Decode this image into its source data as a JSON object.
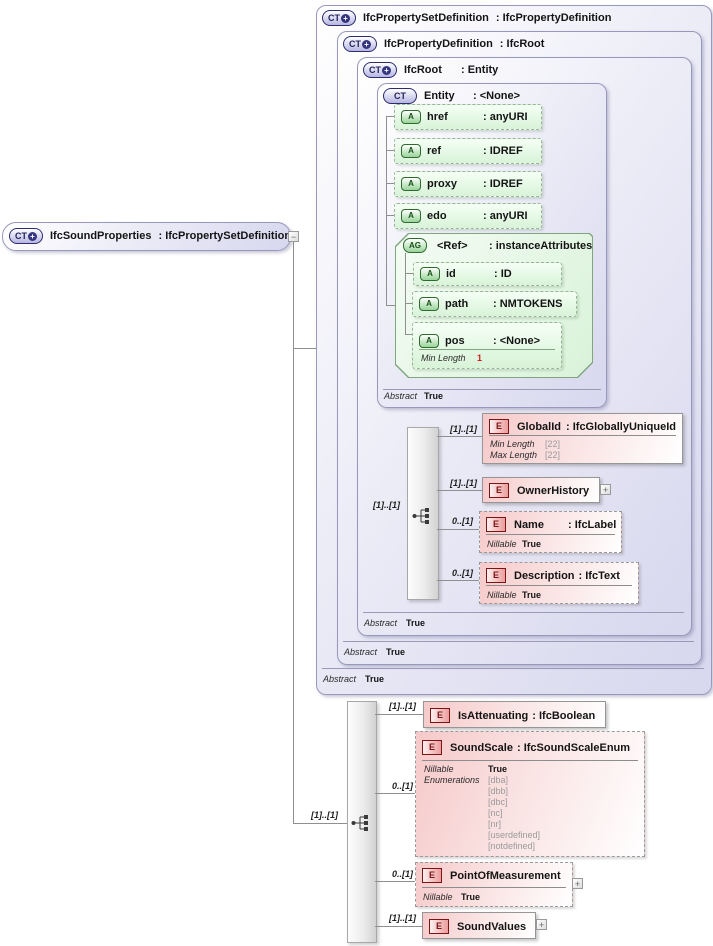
{
  "icons": {
    "ct": "CT",
    "attr": "A",
    "attrgroup": "AG",
    "element": "E",
    "plus": "+",
    "minus": "−"
  },
  "main_box": {
    "name": "IfcSoundProperties",
    "type": ": IfcPropertySetDefinition"
  },
  "containers": [
    {
      "name": "IfcPropertySetDefinition",
      "type": ": IfcPropertyDefinition",
      "abstract_label": "Abstract",
      "abstract_value": "True"
    },
    {
      "name": "IfcPropertyDefinition",
      "type": ": IfcRoot",
      "abstract_label": "Abstract",
      "abstract_value": "True"
    },
    {
      "name": "IfcRoot",
      "type": ": Entity",
      "abstract_label": "Abstract",
      "abstract_value": "True"
    },
    {
      "name": "Entity",
      "type": ": <None>",
      "abstract_label": "Abstract",
      "abstract_value": "True"
    }
  ],
  "entity_attributes": [
    {
      "name": "href",
      "type": ": anyURI"
    },
    {
      "name": "ref",
      "type": ": IDREF"
    },
    {
      "name": "proxy",
      "type": ": IDREF"
    },
    {
      "name": "edo",
      "type": ": anyURI"
    }
  ],
  "attribute_group": {
    "name": "<Ref>",
    "type": ": instanceAttributes",
    "attributes": [
      {
        "name": "id",
        "type": ": ID"
      },
      {
        "name": "path",
        "type": ": NMTOKENS"
      },
      {
        "name": "pos",
        "type": ": <None>",
        "facet_label": "Min Length",
        "facet_value": "1"
      }
    ]
  },
  "root_sequence": {
    "cardinality": "[1]..[1]",
    "items": [
      {
        "cardinality": "[1]..[1]",
        "name": "GlobalId",
        "type": ": IfcGloballyUniqueId",
        "facets": [
          {
            "label": "Min Length",
            "value": "[22]"
          },
          {
            "label": "Max Length",
            "value": "[22]"
          }
        ]
      },
      {
        "cardinality": "[1]..[1]",
        "name": "OwnerHistory"
      },
      {
        "cardinality": "0..[1]",
        "name": "Name",
        "type": ": IfcLabel",
        "facets": [
          {
            "label": "Nillable",
            "value": "True"
          }
        ]
      },
      {
        "cardinality": "0..[1]",
        "name": "Description",
        "type": ": IfcText",
        "facets": [
          {
            "label": "Nillable",
            "value": "True"
          }
        ]
      }
    ]
  },
  "sound_sequence": {
    "cardinality": "[1]..[1]",
    "items": [
      {
        "cardinality": "[1]..[1]",
        "name": "IsAttenuating",
        "type": ": IfcBoolean"
      },
      {
        "cardinality": "0..[1]",
        "name": "SoundScale",
        "type": ": IfcSoundScaleEnum",
        "nillable_label": "Nillable",
        "nillable_value": "True",
        "enum_label": "Enumerations",
        "enum_values": [
          "[dba]",
          "[dbb]",
          "[dbc]",
          "[nc]",
          "[nr]",
          "[userdefined]",
          "[notdefined]"
        ]
      },
      {
        "cardinality": "0..[1]",
        "name": "PointOfMeasurement",
        "facets": [
          {
            "label": "Nillable",
            "value": "True"
          }
        ]
      },
      {
        "cardinality": "[1]..[1]",
        "name": "SoundValues"
      }
    ]
  }
}
